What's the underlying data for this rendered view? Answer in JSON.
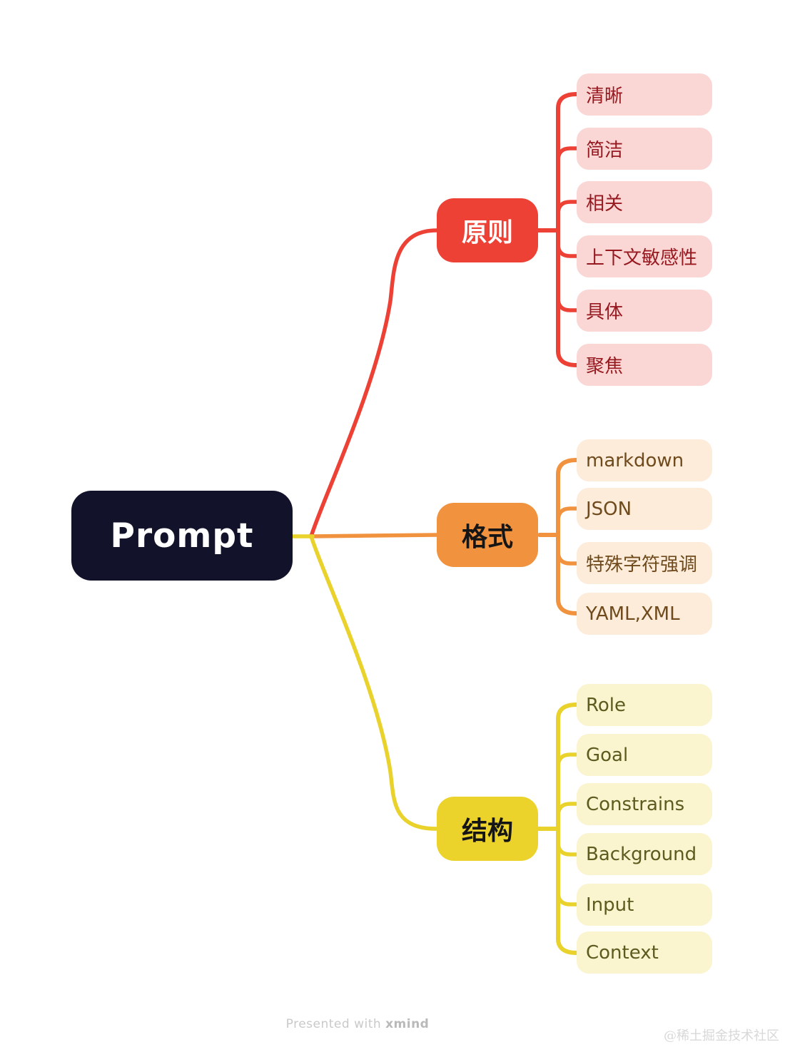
{
  "root": {
    "label": "Prompt"
  },
  "branches": [
    {
      "label": "原则",
      "color": "#ee4136",
      "child_fill": "#fad7d5",
      "child_text_color": "#97191f",
      "children": [
        "清晰",
        "简洁",
        "相关",
        "上下文敏感性",
        "具体",
        "聚焦"
      ]
    },
    {
      "label": "格式",
      "color": "#f0923e",
      "child_fill": "#fdecda",
      "child_text_color": "#6f4a1c",
      "children": [
        "markdown",
        "JSON",
        "特殊字符强调",
        "YAML,XML"
      ]
    },
    {
      "label": "结构",
      "color": "#ecd32b",
      "child_fill": "#faf4cf",
      "child_text_color": "#5b5c1e",
      "children": [
        "Role",
        "Goal",
        "Constrains",
        "Background",
        "Input",
        "Context"
      ]
    }
  ],
  "root_color": "#12122a",
  "footer": {
    "presented": "Presented with",
    "brand": "xmind",
    "watermark": "@稀土掘金技术社区"
  }
}
